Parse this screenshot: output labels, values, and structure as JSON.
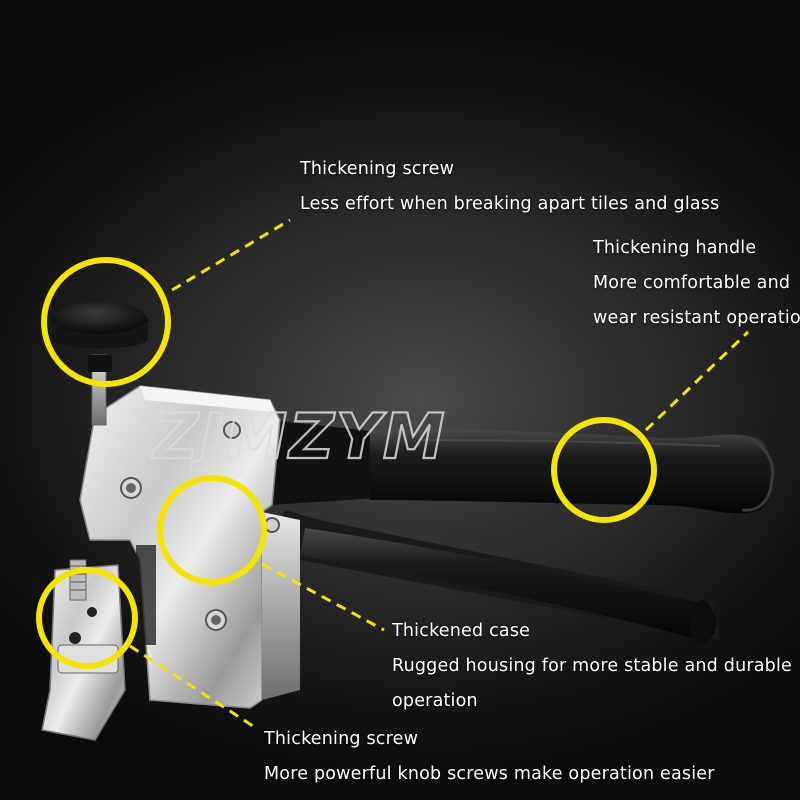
{
  "watermark": "ZJMZYM",
  "accent_color": "#f2e600",
  "callouts": [
    {
      "title": "Thickening screw",
      "desc_lines": [
        "Less effort when breaking apart tiles and glass"
      ]
    },
    {
      "title": "Thickening handle",
      "desc_lines": [
        "More comfortable and",
        "wear resistant operation"
      ]
    },
    {
      "title": "Thickened case",
      "desc_lines": [
        "Rugged housing for more stable and durable",
        "operation"
      ]
    },
    {
      "title": "Thickening screw",
      "desc_lines": [
        "More powerful knob screws make operation easier"
      ]
    }
  ]
}
